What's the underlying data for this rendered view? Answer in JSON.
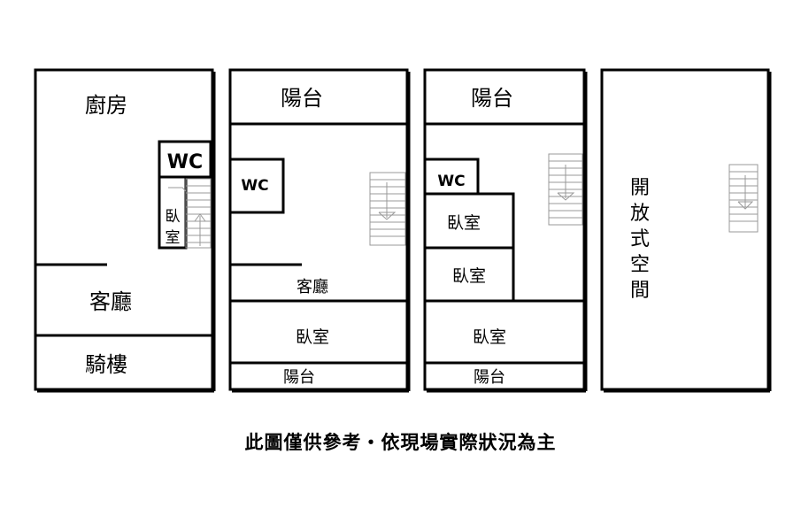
{
  "floor1": {
    "kitchen": "廚房",
    "wc": "WC",
    "bedroom_line1": "臥",
    "bedroom_line2": "室",
    "living": "客廳",
    "arcade": "騎樓"
  },
  "floor2": {
    "balcony_top": "陽台",
    "wc": "WC",
    "living": "客廳",
    "bedroom": "臥室",
    "balcony_bottom": "陽台"
  },
  "floor3": {
    "balcony_top": "陽台",
    "wc": "WC",
    "bedroom_a": "臥室",
    "bedroom_b": "臥室",
    "bedroom_c": "臥室",
    "balcony_bottom": "陽台"
  },
  "floor4": {
    "open_space_1": "開",
    "open_space_2": "放",
    "open_space_3": "式",
    "open_space_4": "空",
    "open_space_5": "間"
  },
  "disclaimer": "此圖僅供參考・依現場實際狀況為主"
}
